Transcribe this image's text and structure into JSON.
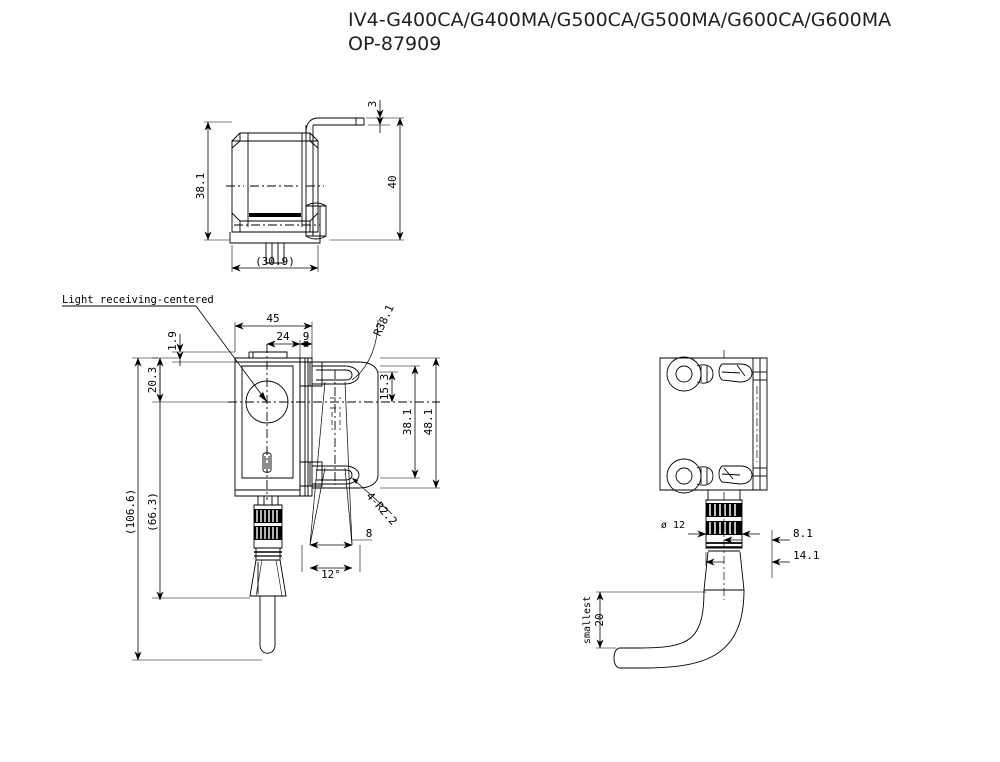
{
  "title": {
    "line1": "IV4-G400CA/G400MA/G500CA/G500MA/G600CA/G600MA",
    "line2": "OP-87909"
  },
  "notes": {
    "light_receiving": "Light receiving-centered"
  },
  "views": {
    "top": {
      "name": "top-view",
      "dimensions": {
        "height_left": "38.1",
        "height_right": "40",
        "thickness": "3",
        "width": "(30.9)"
      }
    },
    "front": {
      "name": "front-view",
      "dimensions": {
        "width_total": "45",
        "width_body": "24",
        "width_bracket": "9",
        "offset_top": "1.9",
        "optical_axis": "20.3",
        "hole_center": "15.3",
        "bracket_span": "38.1",
        "bracket_height": "48.1",
        "body_total": "(66.3)",
        "overall": "(106.6)",
        "radius_outer": "R38.1",
        "radius_corner": "4-R2.2",
        "slot_width": "8",
        "angle": "12°"
      }
    },
    "side": {
      "name": "side-view",
      "dimensions": {
        "connector_dia": "ø 12",
        "offset_a": "8.1",
        "offset_b": "14.1",
        "bend_label": "smallest",
        "bend_value": "20"
      }
    }
  },
  "colors": {
    "line": "#000000",
    "background": "#ffffff",
    "title": "#231f20"
  }
}
